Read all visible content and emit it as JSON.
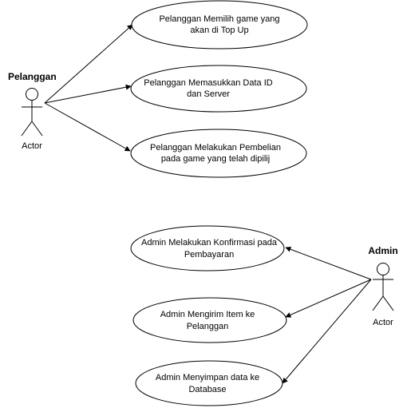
{
  "actors": [
    {
      "id": "pelanggan",
      "title": "Pelanggan",
      "label": "Actor"
    },
    {
      "id": "admin",
      "title": "Admin",
      "label": "Actor"
    }
  ],
  "use_cases": [
    {
      "id": "uc1",
      "actor": "pelanggan",
      "lines": [
        "Pelanggan Memilih game yang",
        "akan di Top Up"
      ]
    },
    {
      "id": "uc2",
      "actor": "pelanggan",
      "lines": [
        "Pelanggan Memasukkan Data ID",
        "dan Server"
      ]
    },
    {
      "id": "uc3",
      "actor": "pelanggan",
      "lines": [
        "Pelanggan Melakukan Pembelian",
        "pada game yang telah dipilij"
      ]
    },
    {
      "id": "uc4",
      "actor": "admin",
      "lines": [
        "Admin Melakukan Konfirmasi pada",
        "Pembayaran"
      ]
    },
    {
      "id": "uc5",
      "actor": "admin",
      "lines": [
        "Admin Mengirim Item ke",
        "Pelanggan"
      ]
    },
    {
      "id": "uc6",
      "actor": "admin",
      "lines": [
        "Admin Menyimpan data ke",
        "Database"
      ]
    }
  ]
}
